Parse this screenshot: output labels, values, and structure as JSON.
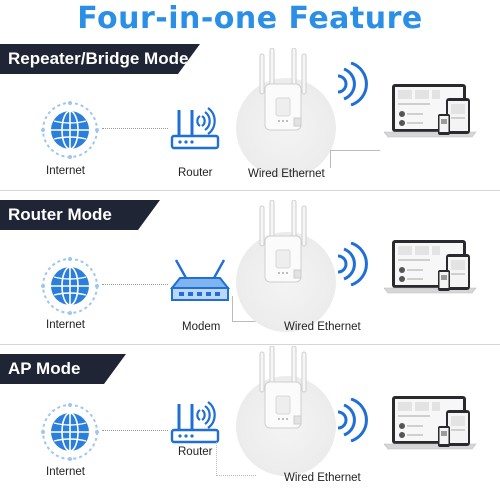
{
  "title": "Four-in-one Feature",
  "colors": {
    "title": "#2b8fe6",
    "banner": "#1f2535",
    "device_blue": "#1f6fd6"
  },
  "sections": [
    {
      "mode": "Repeater/Bridge Mode",
      "source_label": "Internet",
      "middle_label": "Router",
      "ethernet_label": "Wired Ethernet"
    },
    {
      "mode": "Router Mode",
      "source_label": "Internet",
      "middle_label": "Modem",
      "ethernet_label": "Wired Ethernet"
    },
    {
      "mode": "AP Mode",
      "source_label": "Internet",
      "middle_label": "Router",
      "ethernet_label": "Wired Ethernet"
    }
  ],
  "icons": [
    "globe-icon",
    "router-icon",
    "modem-icon",
    "wifi-extender-icon",
    "wifi-signal-icon",
    "laptop-icon",
    "tablet-icon",
    "phone-icon"
  ]
}
